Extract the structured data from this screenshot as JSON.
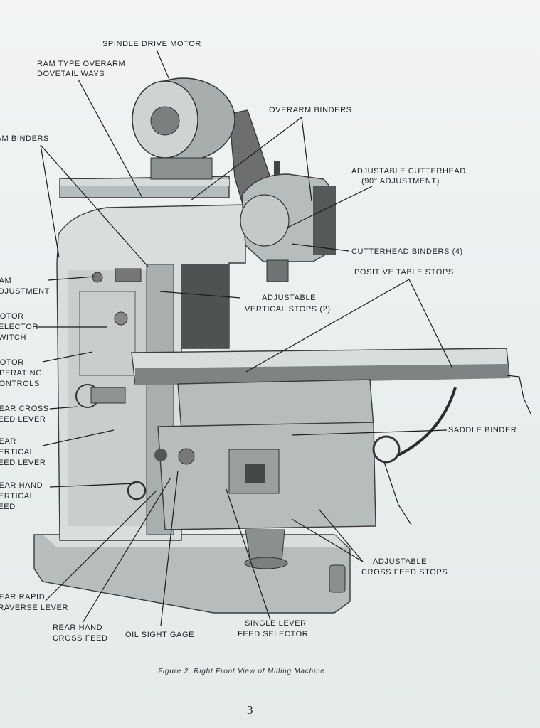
{
  "labels": {
    "spindle_drive_motor": "SPINDLE DRIVE MOTOR",
    "ram_type_l1": "RAM TYPE OVERARM",
    "ram_type_l2": "DOVETAIL WAYS",
    "ram_binders": "RAM BINDERS",
    "overarm_binders": "OVERARM BINDERS",
    "adj_cutterhead_l1": "ADJUSTABLE CUTTERHEAD",
    "adj_cutterhead_l2": "(90° ADJUSTMENT)",
    "cutterhead_binders": "CUTTERHEAD BINDERS (4)",
    "ram_adjust_l1": "RAM",
    "ram_adjust_l2": "ADJUSTMENT",
    "positive_table_stops": "POSITIVE TABLE STOPS",
    "adj_vertical_l1": "ADJUSTABLE",
    "adj_vertical_l2": "VERTICAL STOPS (2)",
    "motor_selector_l1": "MOTOR",
    "motor_selector_l2": "SELECTOR",
    "motor_selector_l3": "SWITCH",
    "motor_operating_l1": "MOTOR",
    "motor_operating_l2": "OPERATING",
    "motor_operating_l3": "CONTROLS",
    "rear_cross_l1": "REAR CROSS",
    "rear_cross_l2": "FEED LEVER",
    "saddle_binder": "SADDLE BINDER",
    "rear_vertical_l1": "REAR",
    "rear_vertical_l2": "VERTICAL",
    "rear_vertical_l3": "FEED LEVER",
    "rear_hand_vert_l1": "REAR HAND",
    "rear_hand_vert_l2": "VERTICAL",
    "rear_hand_vert_l3": "FEED",
    "adj_cross_stops_l1": "ADJUSTABLE",
    "adj_cross_stops_l2": "CROSS FEED STOPS",
    "rear_rapid_l1": "REAR RAPID",
    "rear_rapid_l2": "TRAVERSE LEVER",
    "rear_hand_cross_l1": "REAR HAND",
    "rear_hand_cross_l2": "CROSS FEED",
    "oil_sight_gage": "OIL SIGHT GAGE",
    "single_lever_l1": "SINGLE LEVER",
    "single_lever_l2": "FEED SELECTOR"
  },
  "caption": "Figure 2.  Right Front View of Milling Machine",
  "page_number": "3"
}
